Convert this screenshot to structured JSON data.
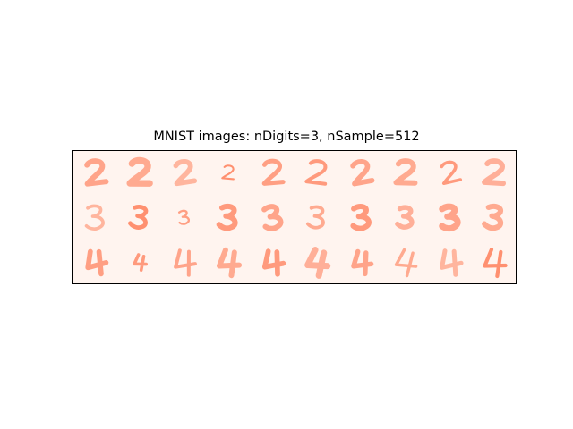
{
  "figure": {
    "title": "MNIST images: nDigits=3, nSample=512"
  },
  "panel": {
    "background_color": "#fff4ef",
    "stroke_color": "#ff8a68",
    "rows": [
      {
        "digit": "2",
        "count": 10
      },
      {
        "digit": "3",
        "count": 10
      },
      {
        "digit": "4",
        "count": 10
      }
    ]
  }
}
